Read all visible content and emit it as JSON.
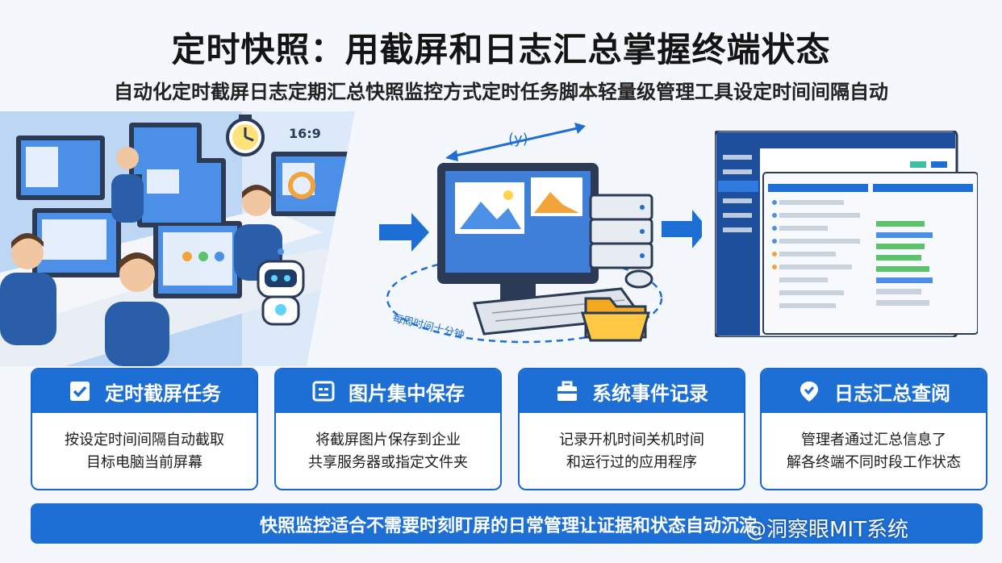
{
  "header": {
    "title": "定时快照：用截屏和日志汇总掌握终端状态",
    "subtitle": "自动化定时截屏日志定期汇总快照监控方式定时任务脚本轻量级管理工具设定时间间隔自动"
  },
  "hero": {
    "ratio_label": "16:9",
    "cycle_label": "每周时间十分钟",
    "cycle_icon_text": "(y)"
  },
  "features": [
    {
      "title": "定时截屏任务",
      "icon": "checklist-icon",
      "line1": "按设定时间间隔自动截取",
      "line2": "目标电脑当前屏幕"
    },
    {
      "title": "图片集中保存",
      "icon": "image-storage-icon",
      "line1": "将截屏图片保存到企业",
      "line2": "共享服务器或指定文件夹"
    },
    {
      "title": "系统事件记录",
      "icon": "briefcase-icon",
      "line1": "记录开机时间关机时间",
      "line2": "和运行过的应用程序"
    },
    {
      "title": "日志汇总查阅",
      "icon": "location-pin-icon",
      "line1": "管理者通过汇总信息了",
      "line2": "解各终端不同时段工作状态"
    }
  ],
  "footer": {
    "text": "快照监控适合不需要时刻盯屏的日常管理让证据和状态自动沉淀",
    "watermark": "@洞察眼MIT系统"
  },
  "colors": {
    "primary": "#1d6fd6",
    "border": "#1a66d0",
    "background": "#f4f7fb"
  }
}
